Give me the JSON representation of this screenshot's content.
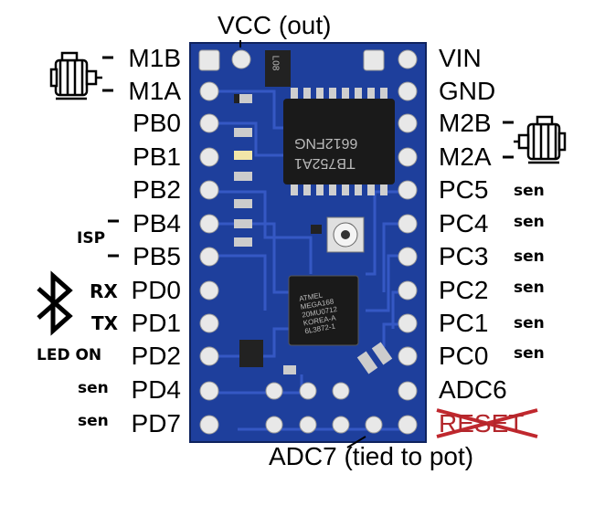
{
  "header": {
    "top_label": "VCC (out)",
    "bottom_label": "ADC7 (tied to pot)"
  },
  "left_pins": [
    "M1B",
    "M1A",
    "PB0",
    "PB1",
    "PB2",
    "PB4",
    "PB5",
    "PD0",
    "PD1",
    "PD2",
    "PD4",
    "PD7"
  ],
  "right_pins": [
    "VIN",
    "GND",
    "M2B",
    "M2A",
    "PC5",
    "PC4",
    "PC3",
    "PC2",
    "PC1",
    "PC0",
    "ADC6",
    "RESET"
  ],
  "left_notes": {
    "isp": "ISP",
    "rx": "RX",
    "tx": "TX",
    "led": "LED ON",
    "sen_pd4": "sen",
    "sen_pd7": "sen"
  },
  "right_notes": [
    "sen",
    "sen",
    "sen",
    "sen",
    "sen",
    "sen"
  ],
  "chips": {
    "driver_line1": "6612FNG",
    "driver_line2": "TB752A1",
    "mcu_line1": "ATMEL",
    "mcu_line2": "MEGA168",
    "mcu_line3": "20MU0712",
    "mcu_line4": "KOREA-A",
    "mcu_line5": "6L3872-1",
    "reg": "L08"
  },
  "colors": {
    "board": "#1e3f9c",
    "pad": "#e8e8e8",
    "chip": "#1a1a1a",
    "strike": "#c0282e"
  }
}
